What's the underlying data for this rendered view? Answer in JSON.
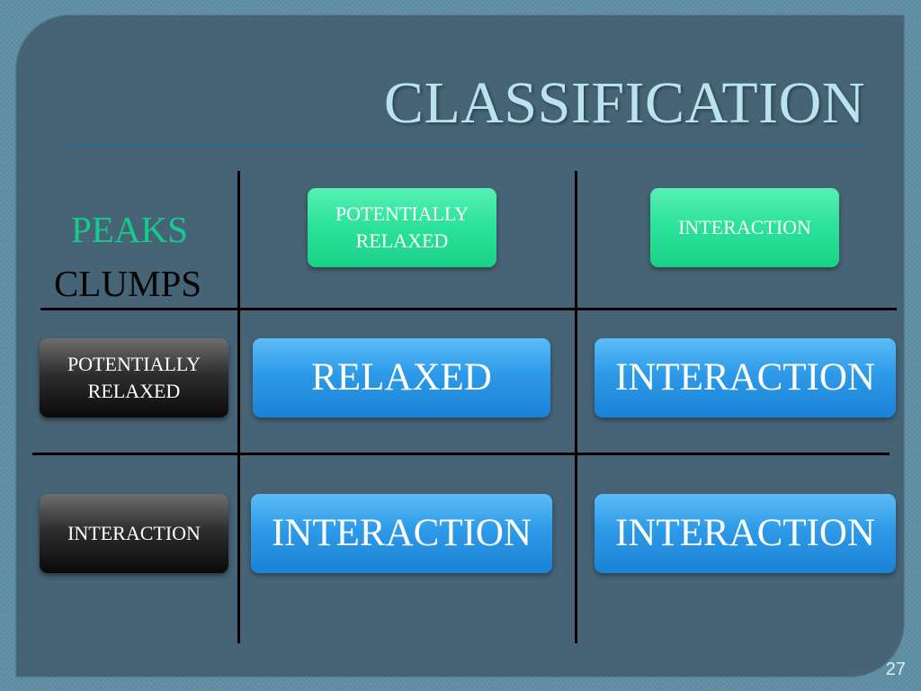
{
  "slide": {
    "title": "CLASSIFICATION",
    "number": "27"
  },
  "matrix": {
    "row_axis_label": "PEAKS",
    "column_axis_label": "CLUMPS",
    "column_headers": [
      "POTENTIALLY RELAXED",
      "INTERACTION"
    ],
    "row_headers": [
      "POTENTIALLY RELAXED",
      "INTERACTION"
    ],
    "cells": [
      [
        "RELAXED",
        "INTERACTION"
      ],
      [
        "INTERACTION",
        "INTERACTION"
      ]
    ]
  },
  "colors": {
    "peaks_header": "#17c98c",
    "clumps_header": "#050505",
    "result_box": "#2d9ae8",
    "title_text": "#b9e3ee",
    "panel": "#466476"
  }
}
